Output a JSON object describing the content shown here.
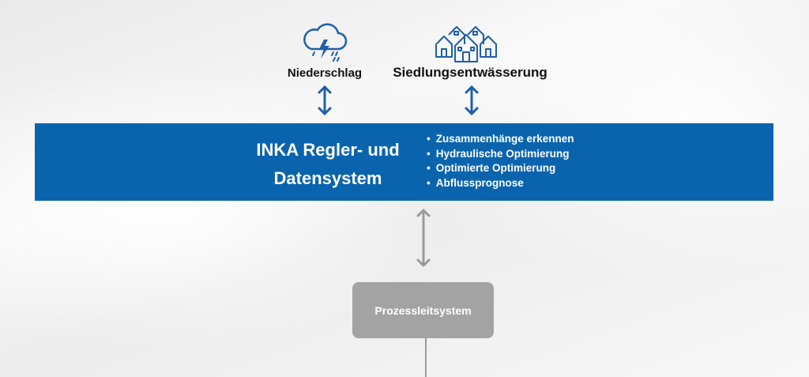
{
  "colors": {
    "primary_blue": "#0a64ad",
    "icon_blue": "#1f5fa8",
    "gray_box": "#a3a3a3",
    "gray_arrow": "#9a9a9a"
  },
  "top": {
    "left": {
      "icon": "storm-cloud-icon",
      "label": "Niederschlag"
    },
    "right": {
      "icon": "houses-icon",
      "label": "Siedlungsentwässerung"
    }
  },
  "main": {
    "title_line1": "INKA Regler- und",
    "title_line2": "Datensystem",
    "bullets": [
      "Zusammenhänge erkennen",
      "Hydraulische Optimierung",
      "Optimierte Optimierung",
      "Abflussprognose"
    ]
  },
  "bottom": {
    "box_label": "Prozessleitsystem"
  }
}
